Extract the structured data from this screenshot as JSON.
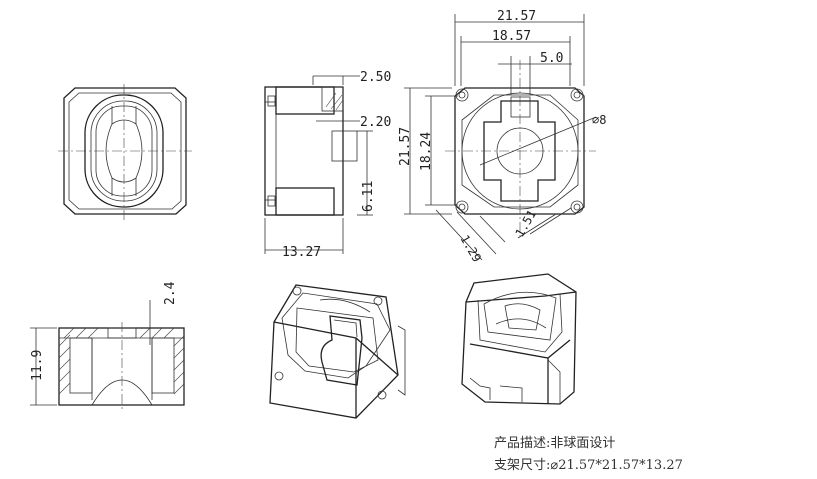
{
  "dimensions": {
    "top_width": "21.57",
    "inner_width": "18.57",
    "slot_width": "5.0",
    "left_height": "21.57",
    "inner_height": "18.24",
    "hole": "⌀8",
    "corner_a": "1.51",
    "corner_b": "1.29",
    "side_top": "2.50",
    "side_mid": "2.20",
    "side_slot": "6.11",
    "side_depth": "13.27",
    "section_top": "2.4",
    "section_height": "11.9"
  },
  "caption": {
    "line1_label": "产品描述:",
    "line1_value": "非球面设计",
    "line2_label": "支架尺寸:",
    "line2_value": "⌀21.57*21.57*13.27"
  }
}
